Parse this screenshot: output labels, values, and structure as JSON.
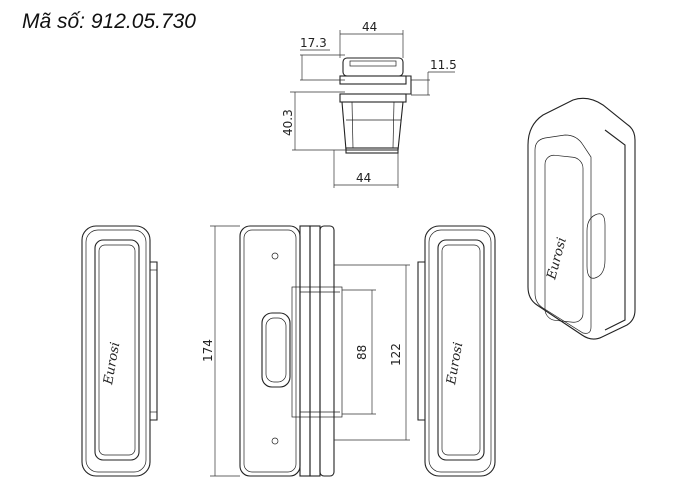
{
  "title": "Mã số: 912.05.730",
  "dimensions": {
    "top_width": "44",
    "top_cap_height": "17.3",
    "top_offset": "11.5",
    "top_body_height": "40.3",
    "bottom_width": "44",
    "total_height": "174",
    "inner_height": "88",
    "outer_height": "122"
  },
  "brand": "Eurosi"
}
